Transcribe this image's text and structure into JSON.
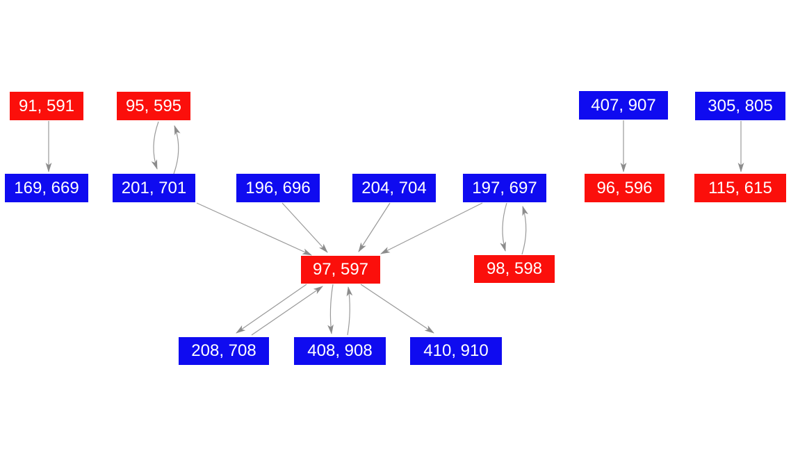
{
  "diagram": {
    "title": "",
    "background_color": "#ffffff",
    "colors": {
      "red_node": "#fb0f0b",
      "blue_node": "#0f0bf0",
      "edge_line": "#999999",
      "arrowhead": "#8c8c8c",
      "label_text": "#ffffff"
    },
    "nodes": [
      {
        "label": "91, 591",
        "color": "red"
      },
      {
        "label": "95, 595",
        "color": "red"
      },
      {
        "label": "407, 907",
        "color": "blue"
      },
      {
        "label": "305, 805",
        "color": "blue"
      },
      {
        "label": "169, 669",
        "color": "blue"
      },
      {
        "label": "201, 701",
        "color": "blue"
      },
      {
        "label": "196, 696",
        "color": "blue"
      },
      {
        "label": "204, 704",
        "color": "blue"
      },
      {
        "label": "197, 697",
        "color": "blue"
      },
      {
        "label": "96, 596",
        "color": "red"
      },
      {
        "label": "115, 615",
        "color": "red"
      },
      {
        "label": "97, 597",
        "color": "red"
      },
      {
        "label": "98, 598",
        "color": "red"
      },
      {
        "label": "208, 708",
        "color": "blue"
      },
      {
        "label": "408, 908",
        "color": "blue"
      },
      {
        "label": "410, 910",
        "color": "blue"
      }
    ],
    "edges": [
      {
        "from": "91, 591",
        "to": "169, 669",
        "type": "single"
      },
      {
        "from": "95, 595",
        "to": "201, 701",
        "type": "bidirectional"
      },
      {
        "from": "201, 701",
        "to": "97, 597",
        "type": "single"
      },
      {
        "from": "196, 696",
        "to": "97, 597",
        "type": "single"
      },
      {
        "from": "204, 704",
        "to": "97, 597",
        "type": "single"
      },
      {
        "from": "197, 697",
        "to": "97, 597",
        "type": "single"
      },
      {
        "from": "197, 697",
        "to": "98, 598",
        "type": "bidirectional"
      },
      {
        "from": "407, 907",
        "to": "96, 596",
        "type": "single"
      },
      {
        "from": "305, 805",
        "to": "115, 615",
        "type": "single"
      },
      {
        "from": "97, 597",
        "to": "208, 708",
        "type": "bidirectional"
      },
      {
        "from": "97, 597",
        "to": "408, 908",
        "type": "bidirectional"
      },
      {
        "from": "97, 597",
        "to": "410, 910",
        "type": "single"
      }
    ]
  }
}
